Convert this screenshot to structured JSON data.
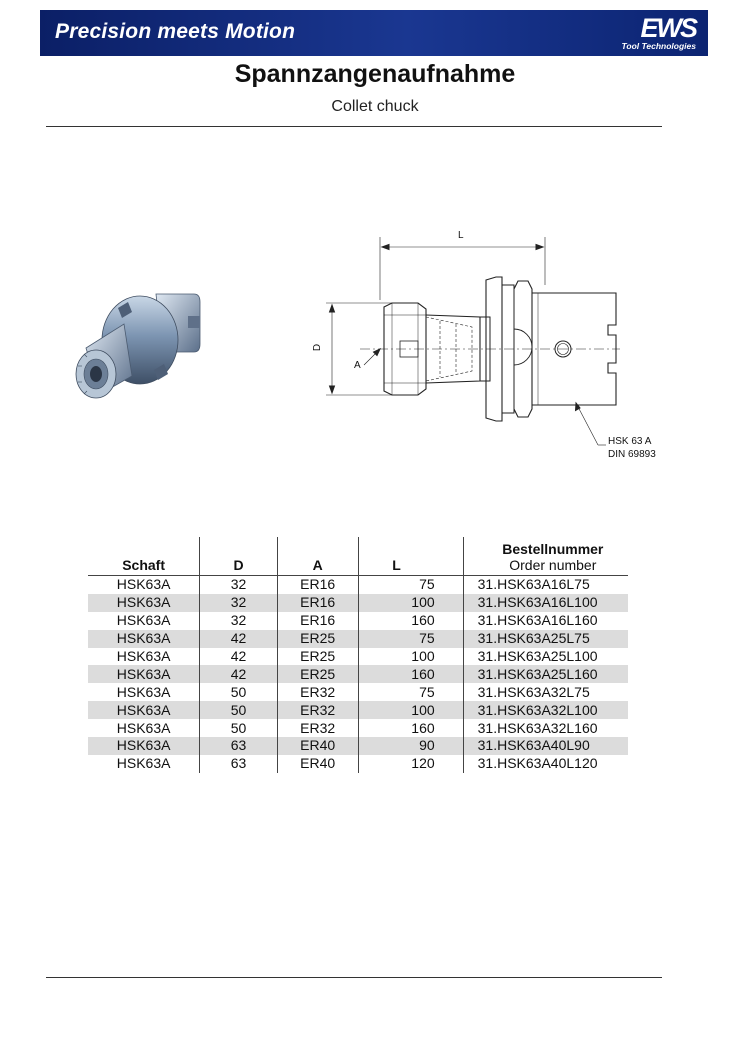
{
  "header": {
    "slogan": "Precision meets Motion",
    "logo_text": "EWS",
    "logo_tagline": "Tool Technologies",
    "brand_color": "#0f2a7a"
  },
  "title": {
    "de": "Spannzangenaufnahme",
    "en": "Collet chuck"
  },
  "drawing": {
    "dimension_L": "L",
    "dimension_D": "D",
    "dimension_A": "A",
    "shank_line1": "HSK 63 A",
    "shank_line2": "DIN 69893"
  },
  "table": {
    "headers": {
      "shaft": "Schaft",
      "d": "D",
      "a": "A",
      "l": "L",
      "order_de": "Bestellnummer",
      "order_en": "Order number"
    },
    "rows": [
      [
        "HSK63A",
        "32",
        "ER16",
        "75",
        "31.HSK63A16L75"
      ],
      [
        "HSK63A",
        "32",
        "ER16",
        "100",
        "31.HSK63A16L100"
      ],
      [
        "HSK63A",
        "32",
        "ER16",
        "160",
        "31.HSK63A16L160"
      ],
      [
        "HSK63A",
        "42",
        "ER25",
        "75",
        "31.HSK63A25L75"
      ],
      [
        "HSK63A",
        "42",
        "ER25",
        "100",
        "31.HSK63A25L100"
      ],
      [
        "HSK63A",
        "42",
        "ER25",
        "160",
        "31.HSK63A25L160"
      ],
      [
        "HSK63A",
        "50",
        "ER32",
        "75",
        "31.HSK63A32L75"
      ],
      [
        "HSK63A",
        "50",
        "ER32",
        "100",
        "31.HSK63A32L100"
      ],
      [
        "HSK63A",
        "50",
        "ER32",
        "160",
        "31.HSK63A32L160"
      ],
      [
        "HSK63A",
        "63",
        "ER40",
        "90",
        "31.HSK63A40L90"
      ],
      [
        "HSK63A",
        "63",
        "ER40",
        "120",
        "31.HSK63A40L120"
      ]
    ]
  }
}
